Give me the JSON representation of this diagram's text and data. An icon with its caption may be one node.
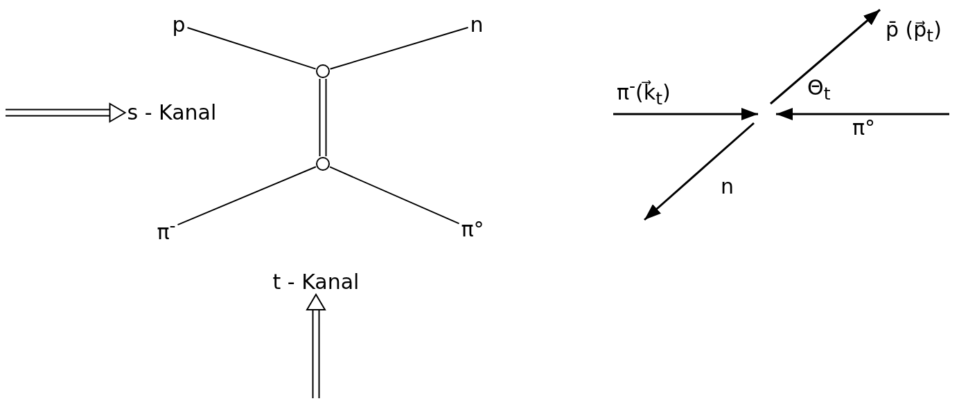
{
  "diagram": {
    "nodes": [
      {
        "text": [
          "p"
        ]
      },
      {
        "text": [
          "n"
        ]
      },
      {
        "text": [],
        "shape": "circle"
      },
      {
        "text": [],
        "shape": "circle"
      },
      {
        "text": [
          "π$^{-}$"
        ]
      },
      {
        "text": [
          "π°"
        ]
      },
      {
        "text": [
          "s - Kanal"
        ]
      },
      {
        "text": [
          "t - Kanal"
        ]
      }
    ],
    "edges": [
      {
        "from": 0,
        "to": 2,
        "arrow": "none"
      },
      {
        "from": 2,
        "to": 1,
        "arrow": "none"
      },
      {
        "from": 2,
        "to": 3,
        "arrow": "none"
      },
      {
        "from": 4,
        "to": 3,
        "arrow": "none"
      },
      {
        "from": 3,
        "to": 5,
        "arrow": "none"
      },
      {
        "from": null,
        "to": 6,
        "arrow": "to"
      },
      {
        "from": null,
        "to": 7,
        "arrow": "to"
      }
    ],
    "labels": [
      "p̄ (p⃗$_{t}$)",
      "π$^{-}$(k⃗$_{t}$)",
      "Θ$_{t}$",
      "π°",
      "n"
    ]
  }
}
